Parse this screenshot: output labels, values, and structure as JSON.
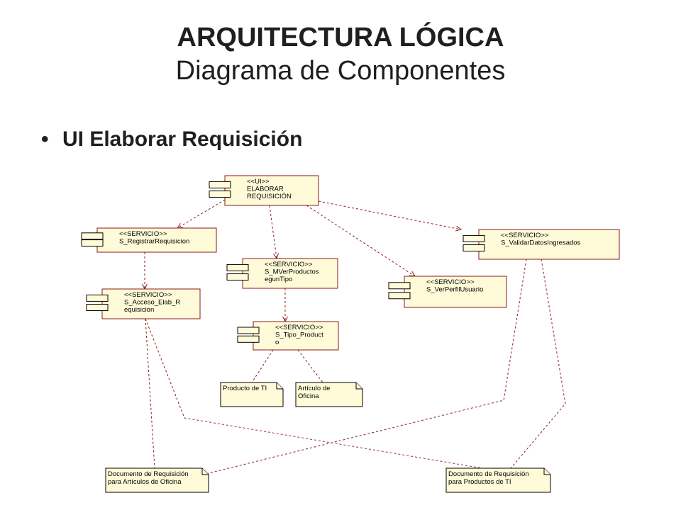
{
  "title": {
    "line1": "ARQUITECTURA LÓGICA",
    "line2": "Diagrama de Componentes"
  },
  "bullet": {
    "marker": "•",
    "text": "UI Elaborar Requisición"
  },
  "components": [
    {
      "id": "ui",
      "lines": [
        "<<UI>>",
        "ELABORAR",
        "REQUISICIÓN"
      ]
    },
    {
      "id": "registrar",
      "lines": [
        "<<SERVICIO>>",
        "S_RegistrarRequisicion"
      ]
    },
    {
      "id": "validar",
      "lines": [
        "<<SERVICIO>>",
        "S_ValidarDatosIngresados"
      ]
    },
    {
      "id": "mver",
      "lines": [
        "<<SERVICIO>>",
        "S_MVerProductos",
        "egunTipo"
      ]
    },
    {
      "id": "perfil",
      "lines": [
        "<<SERVICIO>>",
        "S_VerPerfilUsuario"
      ]
    },
    {
      "id": "acceso",
      "lines": [
        "<<SERVICIO>>",
        "S_Acceso_Elab_R",
        "equisicion"
      ]
    },
    {
      "id": "tipo",
      "lines": [
        "<<SERVICIO>>",
        "S_Tipo_Product",
        "o"
      ]
    }
  ],
  "notes": [
    {
      "id": "prodti",
      "lines": [
        "Producto de TI"
      ]
    },
    {
      "id": "artof",
      "lines": [
        "Artículo de",
        "Oficina"
      ]
    },
    {
      "id": "docof",
      "lines": [
        "Documento de Requisición",
        "para Artículos de Oficina"
      ]
    },
    {
      "id": "docti",
      "lines": [
        "Documento de Requisición",
        "para Productos de TI"
      ]
    }
  ],
  "relations": [
    {
      "from": "ui",
      "to": "registrar",
      "arrow": true
    },
    {
      "from": "ui",
      "to": "mver",
      "arrow": true
    },
    {
      "from": "ui",
      "to": "perfil",
      "arrow": true
    },
    {
      "from": "ui",
      "to": "validar",
      "arrow": true
    },
    {
      "from": "registrar",
      "to": "acceso",
      "arrow": true
    },
    {
      "from": "mver",
      "to": "tipo",
      "arrow": true
    },
    {
      "from": "tipo",
      "to": "prodti",
      "arrow": false
    },
    {
      "from": "tipo",
      "to": "artof",
      "arrow": false
    },
    {
      "from": "acceso",
      "to": "docof",
      "arrow": false
    },
    {
      "from": "acceso",
      "to": "docti",
      "arrow": false
    },
    {
      "from": "validar",
      "to": "docof",
      "arrow": false
    },
    {
      "from": "validar",
      "to": "docti",
      "arrow": false
    }
  ]
}
